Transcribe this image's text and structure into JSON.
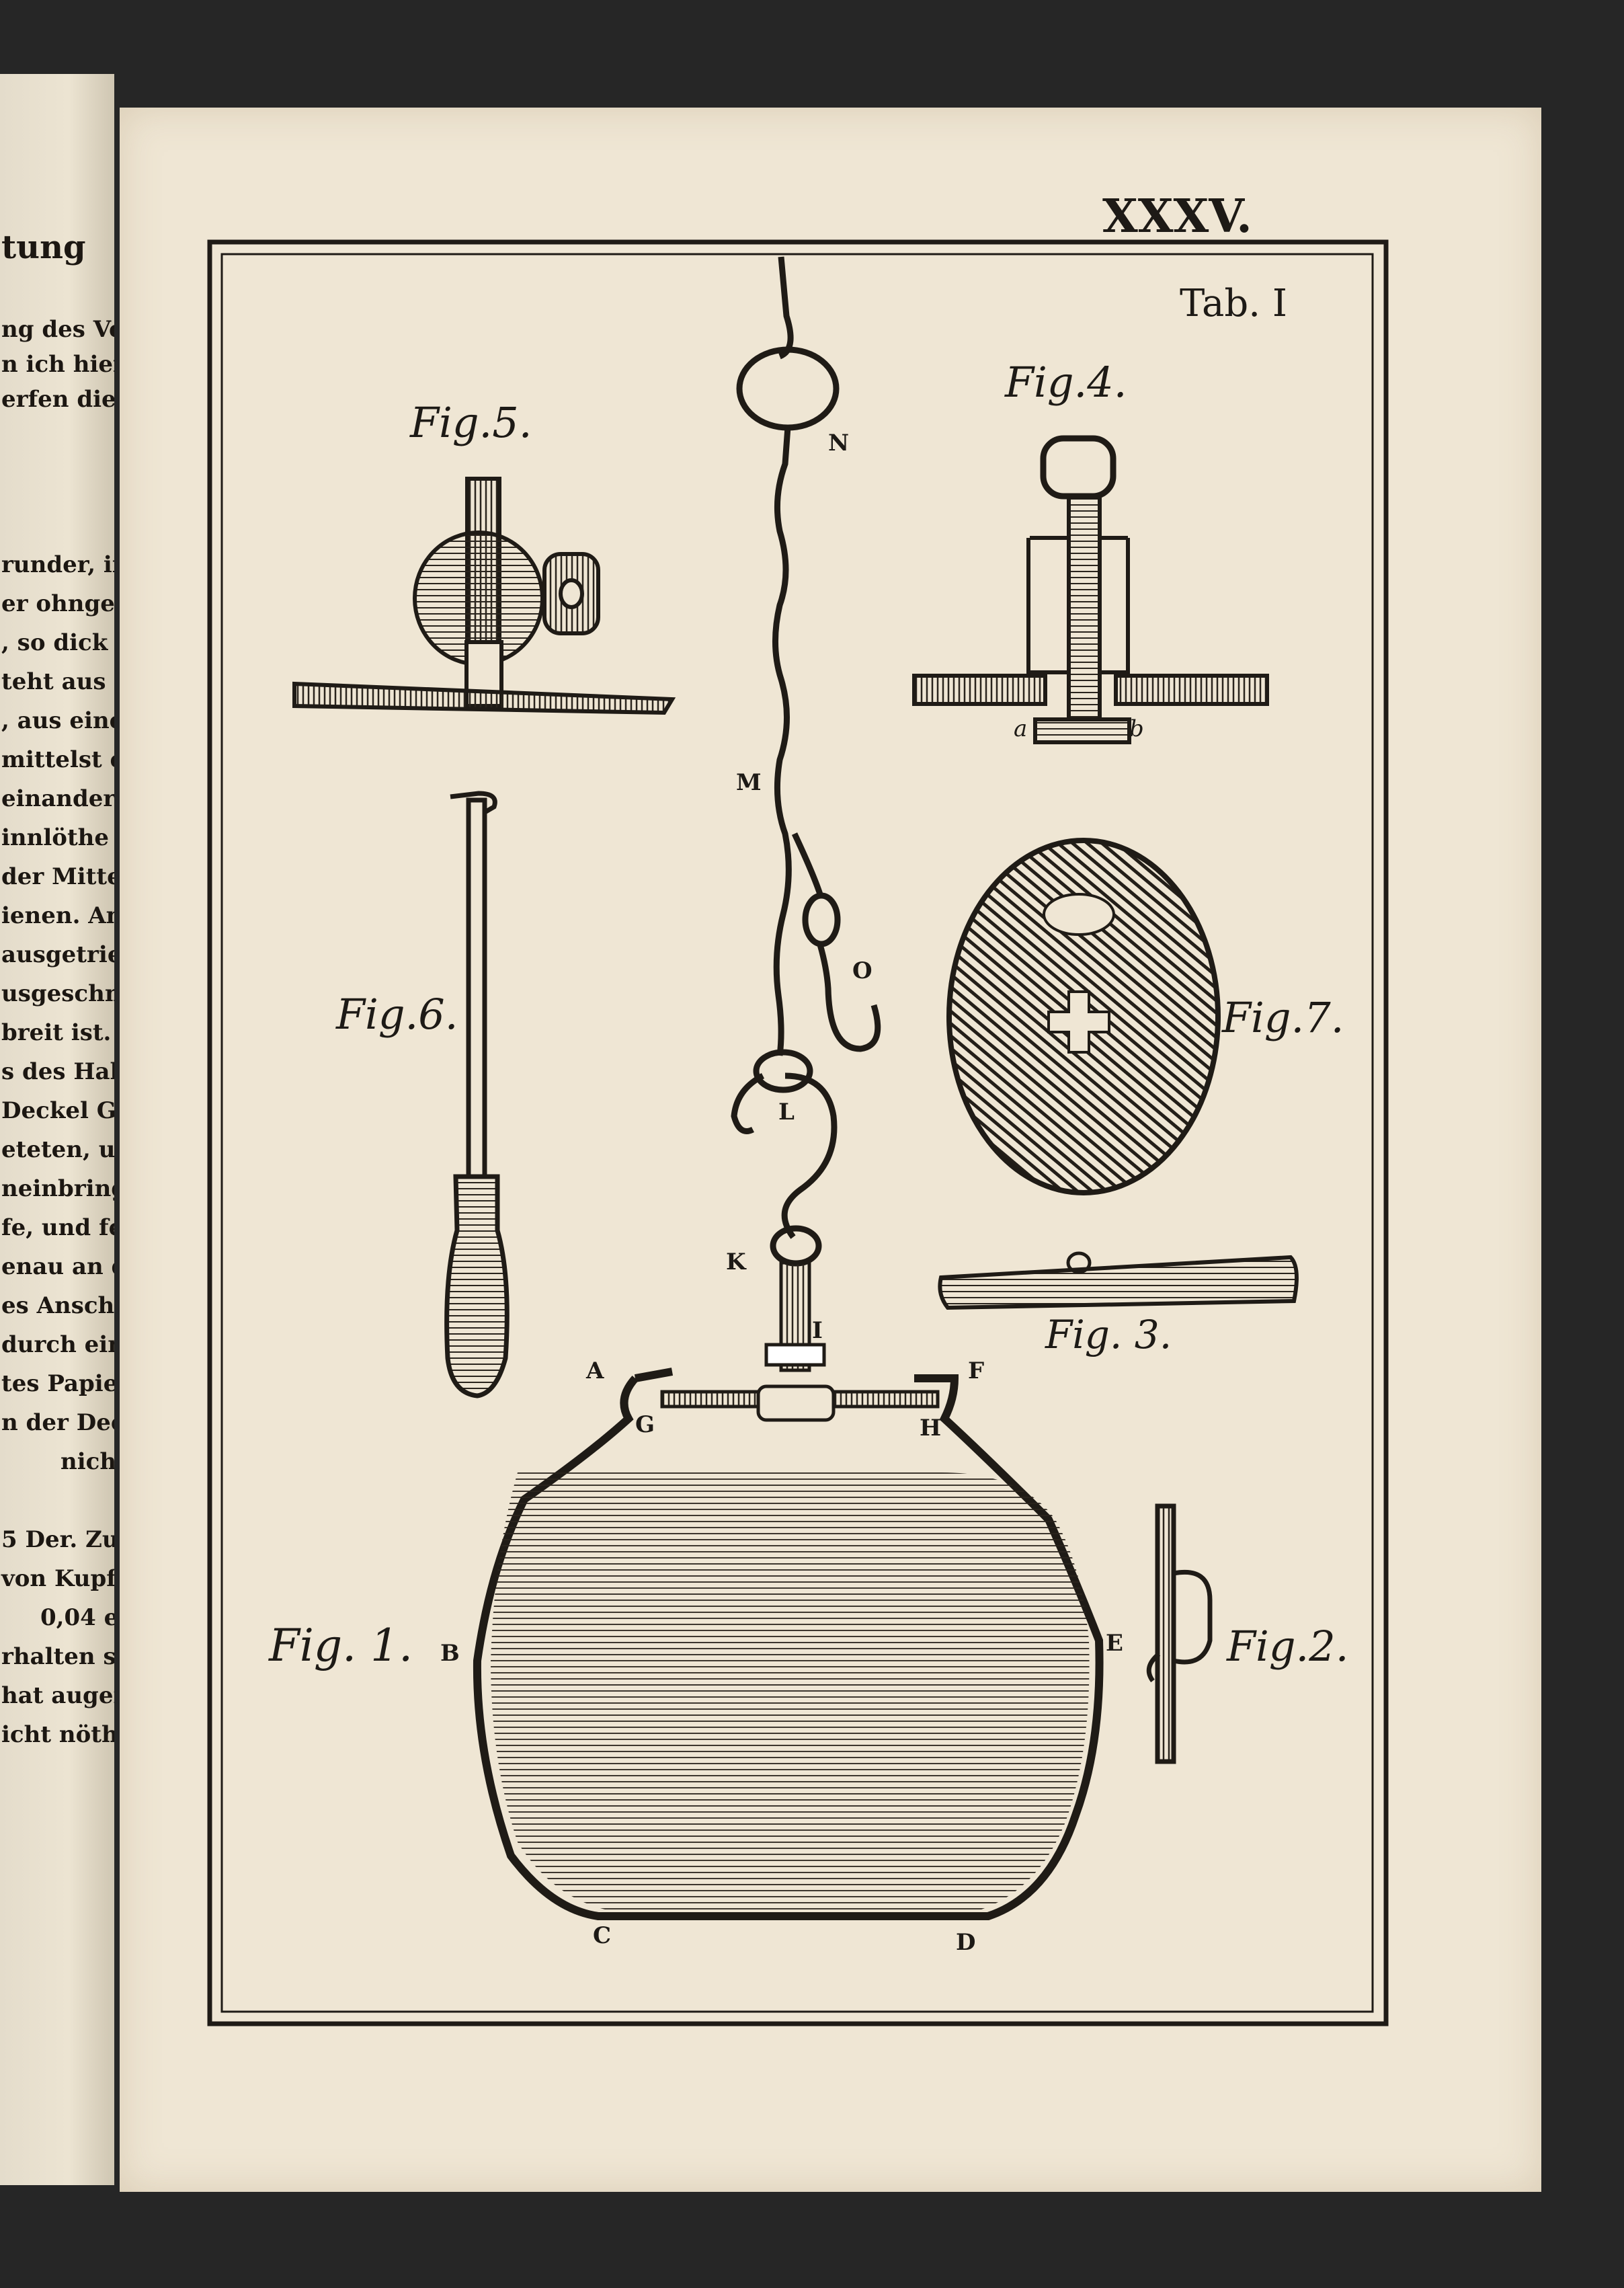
{
  "plate": {
    "number": "XXXV.",
    "table": "Tab. I",
    "figures": {
      "fig1": "Fig. 1.",
      "fig2": "Fig.2.",
      "fig3": "Fig. 3.",
      "fig4": "Fig.4.",
      "fig5": "Fig.5.",
      "fig6": "Fig.6.",
      "fig7": "Fig.7."
    },
    "letters": {
      "A": "A",
      "B": "B",
      "C": "C",
      "D": "D",
      "E": "E",
      "F": "F",
      "G": "G",
      "H": "H",
      "I": "I",
      "K": "K",
      "L": "L",
      "M": "M",
      "N": "N",
      "O": "O",
      "a": "a",
      "b": "b"
    }
  },
  "left_page": {
    "lines": [
      "tung",
      "ng des Ver-",
      "n ich hiermit",
      "erfen die Ehre",
      "runder, in-",
      "er ohngefähr",
      ", so dick als",
      "teht aus zwe",
      ", aus einem",
      "mittelst einer",
      "einander ver-",
      "innlöthe aus-",
      "der Mitte er-",
      "ienen. Am",
      "ausgetrieben,",
      "usgeschnitten,",
      "breit ist. Sie",
      "s des Halses",
      "Deckel GH,",
      "eteten, und",
      "neinbringen",
      "fe, und fen,",
      "enau an den",
      "es Anschlie-",
      "durch einige",
      "tes Papier,",
      "n der Deckel",
      "nicht",
      "5 Der. Zum",
      "von Kupfer-",
      "0,04 eines",
      "rhalten sich",
      "hat augen-",
      "icht nöthig"
    ]
  }
}
